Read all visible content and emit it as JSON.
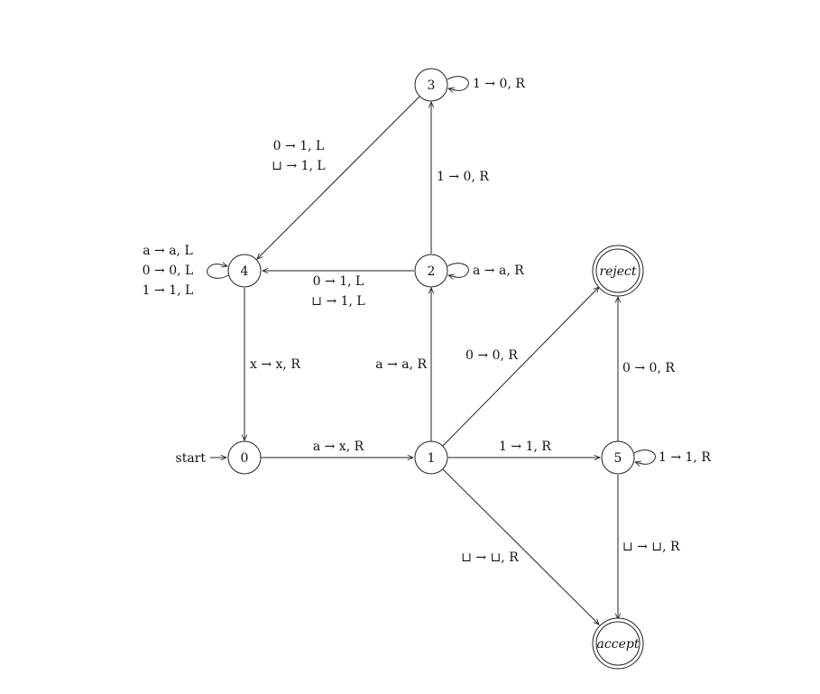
{
  "states": {
    "q0": "0",
    "q1": "1",
    "q2": "2",
    "q3": "3",
    "q4": "4",
    "q5": "5",
    "reject": "reject",
    "accept": "accept"
  },
  "start_label": "start",
  "transitions": {
    "q0_q1": "a → x, R",
    "q1_q2": "a → a, R",
    "q1_q5": "1 → 1, R",
    "q1_reject": "0 → 0, R",
    "q1_accept": "⊔ → ⊔, R",
    "q2_loop": "a → a, R",
    "q2_q3": "1 → 0, R",
    "q2_q4_line1": "0 → 1, L",
    "q2_q4_line2": "⊔ → 1, L",
    "q3_loop": "1 → 0, R",
    "q3_q4_line1": "0 → 1, L",
    "q3_q4_line2": "⊔ → 1, L",
    "q4_loop_line1": "a → a, L",
    "q4_loop_line2": "0 → 0, L",
    "q4_loop_line3": "1 → 1, L",
    "q4_q0": "x → x, R",
    "q5_loop": "1 → 1, R",
    "q5_reject": "0 → 0, R",
    "q5_accept": "⊔ → ⊔, R"
  }
}
